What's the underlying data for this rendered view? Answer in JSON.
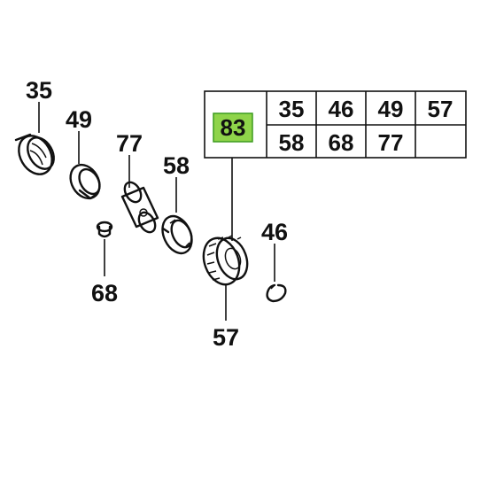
{
  "callouts": {
    "c35": "35",
    "c49": "49",
    "c77": "77",
    "c58": "58",
    "c68": "68",
    "c46": "46",
    "c57": "57"
  },
  "kit_table": {
    "kit_number": "83",
    "highlight_color": "#8fd44a",
    "rows": [
      [
        "35",
        "46",
        "49",
        "57"
      ],
      [
        "58",
        "68",
        "77",
        ""
      ]
    ]
  }
}
